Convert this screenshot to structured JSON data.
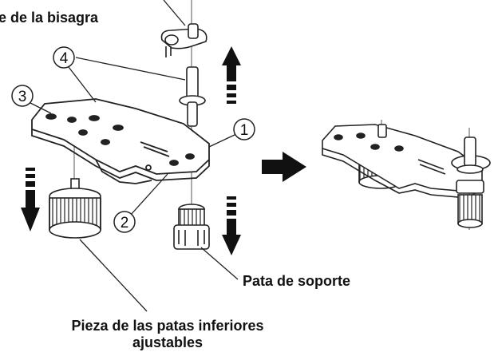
{
  "labels": {
    "hinge": "e de la bisagra",
    "support_leg": "Pata de soporte",
    "adjustable_foot_line1": "Pieza de las patas inferiores",
    "adjustable_foot_line2": "ajustables"
  },
  "callouts": [
    "1",
    "2",
    "3",
    "4"
  ],
  "colors": {
    "ink": "#111111",
    "line": "#222222",
    "paper": "#ffffff",
    "shade": "#9a9a9a"
  }
}
